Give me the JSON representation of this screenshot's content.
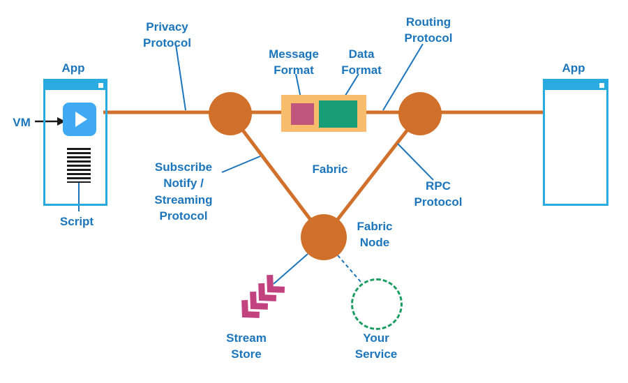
{
  "diagram": {
    "labels": {
      "app_left": "App",
      "app_right": "App",
      "vm": "VM",
      "script": "Script",
      "privacy_protocol": "Privacy\nProtocol",
      "message_format": "Message\nFormat",
      "data_format": "Data\nFormat",
      "routing_protocol": "Routing\nProtocol",
      "subscribe_protocol": "Subscribe\nNotify /\nStreaming\nProtocol",
      "fabric": "Fabric",
      "rpc_protocol": "RPC\nProtocol",
      "fabric_node": "Fabric\nNode",
      "stream_store": "Stream\nStore",
      "your_service": "Your\nService"
    },
    "colors": {
      "label_text_blue": "#1B75BC",
      "fabric_orange": "#D1702B",
      "format_container_tan": "#F7BC6C",
      "message_format_pink": "#C1557C",
      "data_format_green": "#179E77",
      "app_window_cyan": "#29ABE2",
      "vm_icon_blue": "#3FA9F4",
      "stream_arrow_pink": "#C2417F",
      "your_service_green": "#1C9E63"
    },
    "icons": {
      "vm_play_icon": "play-triangle",
      "script_lines_icon": "stacked-text-lines",
      "stream_store_arrow_icon": "triple-chevron-arrow",
      "your_service_circle_icon": "dashed-circle"
    }
  }
}
